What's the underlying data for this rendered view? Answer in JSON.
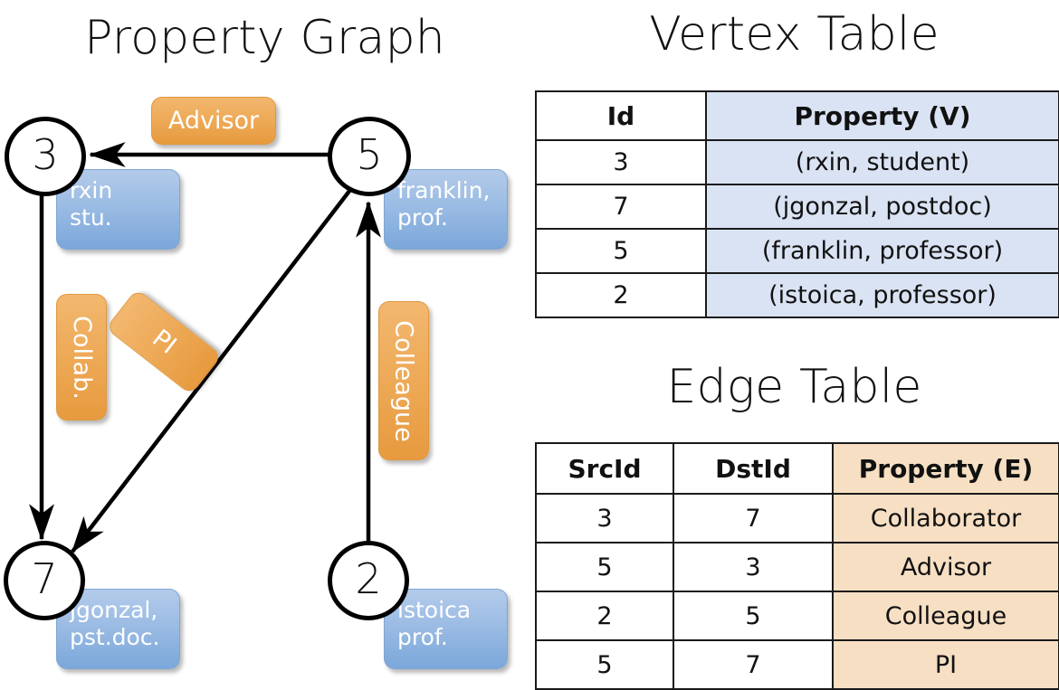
{
  "titles": {
    "graph": "Property Graph",
    "vertex": "Vertex Table",
    "edge": "Edge Table"
  },
  "graph": {
    "nodes": [
      {
        "id": "3",
        "property_lines": [
          "rxin",
          "stu."
        ]
      },
      {
        "id": "5",
        "property_lines": [
          "franklin,",
          "prof."
        ]
      },
      {
        "id": "7",
        "property_lines": [
          "jgonzal,",
          "pst.doc."
        ]
      },
      {
        "id": "2",
        "property_lines": [
          "istoica",
          "prof."
        ]
      }
    ],
    "edge_labels": [
      {
        "label": "Advisor",
        "orientation": "horizontal"
      },
      {
        "label": "Collab.",
        "orientation": "vertical"
      },
      {
        "label": "PI",
        "orientation": "tilted"
      },
      {
        "label": "Colleague",
        "orientation": "vertical"
      }
    ],
    "edges": [
      {
        "src": "5",
        "dst": "3"
      },
      {
        "src": "3",
        "dst": "7"
      },
      {
        "src": "5",
        "dst": "7"
      },
      {
        "src": "2",
        "dst": "5"
      }
    ]
  },
  "vertex_table": {
    "headers": [
      "Id",
      "Property (V)"
    ],
    "rows": [
      [
        "3",
        "(rxin, student)"
      ],
      [
        "7",
        "(jgonzal, postdoc)"
      ],
      [
        "5",
        "(franklin, professor)"
      ],
      [
        "2",
        "(istoica, professor)"
      ]
    ]
  },
  "edge_table": {
    "headers": [
      "SrcId",
      "DstId",
      "Property (E)"
    ],
    "rows": [
      [
        "3",
        "7",
        "Collaborator"
      ],
      [
        "5",
        "3",
        "Advisor"
      ],
      [
        "2",
        "5",
        "Colleague"
      ],
      [
        "5",
        "7",
        "PI"
      ]
    ]
  },
  "colors": {
    "vertex_property_bg": "#dae3f3",
    "edge_property_bg": "#f7dfc4",
    "node_box_blue": "#9dbde4",
    "edge_chip_orange": "#eeab59",
    "stroke": "#000000"
  }
}
